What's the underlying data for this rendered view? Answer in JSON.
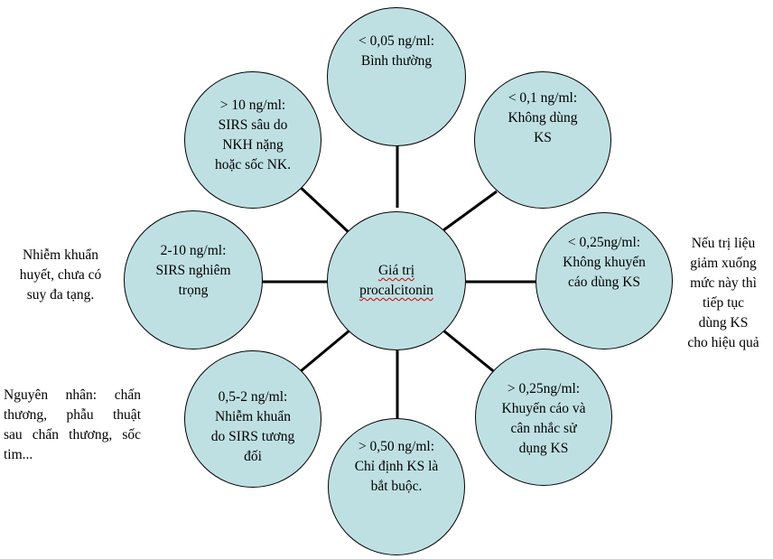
{
  "diagram": {
    "center": {
      "line1": "Giá trị",
      "line2": "procalcitonin"
    },
    "nodes": {
      "top": [
        "< 0,05 ng/ml:",
        "Bình thường"
      ],
      "top_right": [
        "< 0,1 ng/ml:",
        "Không dùng",
        "KS"
      ],
      "right": [
        "< 0,25ng/ml:",
        "Không khuyến",
        "cáo dùng KS"
      ],
      "bottom_right": [
        "> 0,25ng/ml:",
        "Khuyến cáo và",
        "cân nhắc sử",
        "dụng KS"
      ],
      "bottom": [
        "> 0,50 ng/ml:",
        "Chỉ định KS là",
        "bắt buộc."
      ],
      "bottom_left": [
        "0,5-2 ng/ml:",
        "Nhiễm khuẩn",
        "do SIRS tương",
        "đối"
      ],
      "left": [
        "2-10 ng/ml:",
        "SIRS nghiêm",
        "trọng"
      ],
      "top_left": [
        "> 10 ng/ml:",
        "SIRS sâu do",
        "NKH nặng",
        "hoặc sốc NK."
      ]
    },
    "notes": {
      "left_upper": [
        "Nhiễm khuẩn",
        "huyết, chưa có",
        "suy đa tạng."
      ],
      "left_lower": [
        "Nguyên nhân: chấn",
        "thương, phẫu thuật",
        "sau chấn thương, sốc",
        "tim..."
      ],
      "right": [
        "Nếu trị liệu",
        "giảm xuống",
        "mức này thì",
        "tiếp tục",
        "dùng KS",
        "cho hiệu quả"
      ]
    },
    "colors": {
      "circle_fill": "#bfe0e3",
      "circle_stroke": "#000000",
      "connector": "#000000"
    }
  }
}
